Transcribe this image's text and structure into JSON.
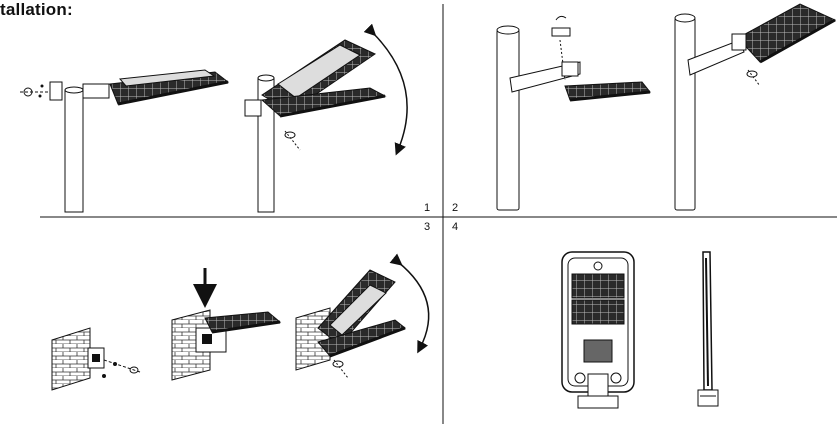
{
  "title": "tallation:",
  "quadrant_labels": {
    "q1": "1",
    "q2": "2",
    "q3": "3",
    "q4": "4"
  },
  "colors": {
    "line": "#111111",
    "panel": "#222222",
    "background": "#ffffff"
  }
}
